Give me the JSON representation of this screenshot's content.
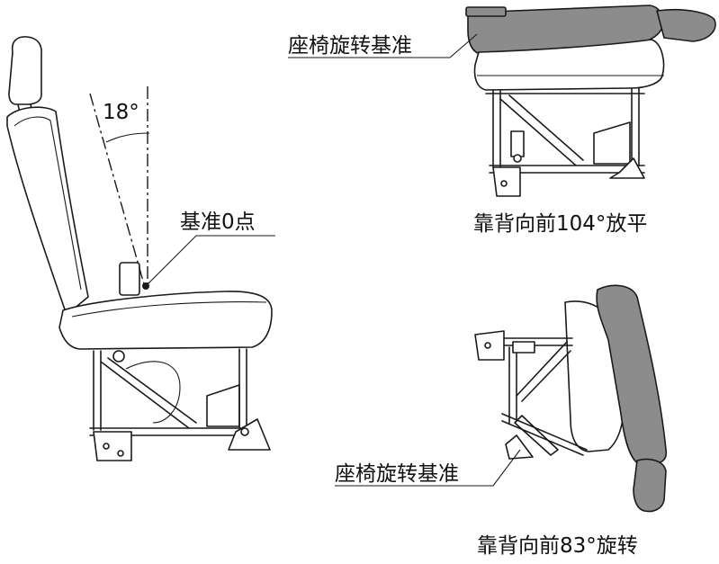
{
  "diagram": {
    "angle_label": "18°",
    "reference_point_label": "基准0点",
    "top_right": {
      "rotation_ref_label": "座椅旋转基准",
      "caption": "靠背向前104°放平"
    },
    "bottom_right": {
      "rotation_ref_label": "座椅旋转基准",
      "caption": "靠背向前83°旋转"
    },
    "colors": {
      "highlight": "#8c8c8c",
      "line": "#1a1a1a",
      "background": "#ffffff"
    }
  }
}
